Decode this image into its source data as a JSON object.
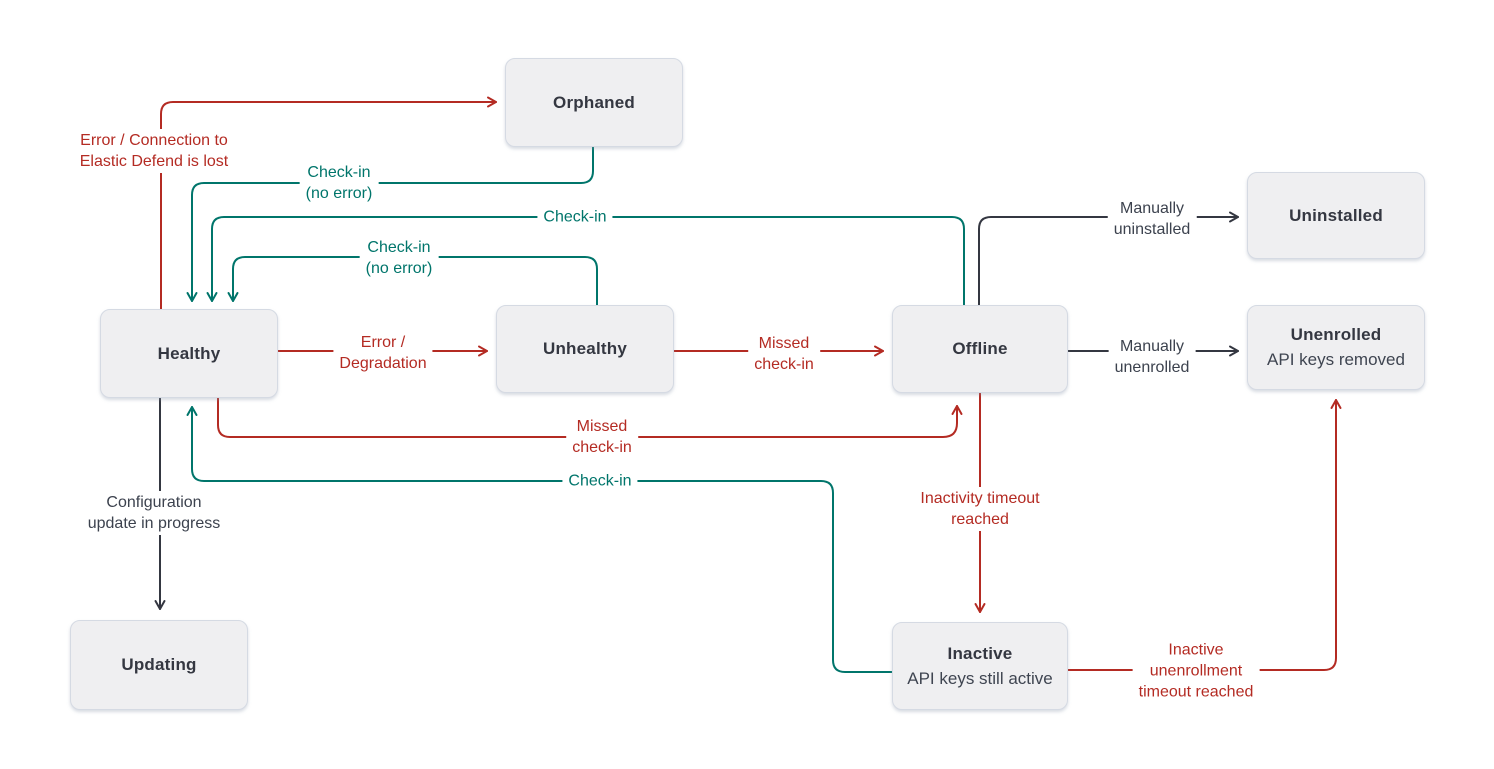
{
  "colors": {
    "red": "#b42b23",
    "teal": "#00756b",
    "dark": "#343741",
    "node_fill": "#efeff1",
    "node_border": "#d5dae3",
    "node_text": "#343741"
  },
  "nodes": {
    "orphaned": {
      "label": "Orphaned"
    },
    "uninstalled": {
      "label": "Uninstalled"
    },
    "healthy": {
      "label": "Healthy"
    },
    "unhealthy": {
      "label": "Unhealthy"
    },
    "offline": {
      "label": "Offline"
    },
    "unenrolled": {
      "label": "Unenrolled",
      "sublabel": "API keys removed"
    },
    "updating": {
      "label": "Updating"
    },
    "inactive": {
      "label": "Inactive",
      "sublabel": "API keys still active"
    }
  },
  "edges": {
    "healthy_to_orphaned": {
      "label": "Error / Connection to\nElastic Defend is lost",
      "color": "red"
    },
    "orphaned_to_healthy": {
      "label": "Check-in\n(no error)",
      "color": "teal"
    },
    "offline_to_healthy": {
      "label": "Check-in",
      "color": "teal"
    },
    "unhealthy_to_healthy": {
      "label": "Check-in\n(no error)",
      "color": "teal"
    },
    "healthy_to_unhealthy": {
      "label": "Error /\nDegradation",
      "color": "red"
    },
    "unhealthy_to_offline": {
      "label": "Missed\ncheck-in",
      "color": "red"
    },
    "healthy_to_offline": {
      "label": "Missed\ncheck-in",
      "color": "red"
    },
    "inactive_to_healthy": {
      "label": "Check-in",
      "color": "teal"
    },
    "offline_to_inactive": {
      "label": "Inactivity timeout\nreached",
      "color": "red"
    },
    "inactive_to_unenrolled": {
      "label": "Inactive\nunenrollment\ntimeout reached",
      "color": "red"
    },
    "offline_to_uninstalled": {
      "label": "Manually\nuninstalled",
      "color": "dark"
    },
    "offline_to_unenrolled": {
      "label": "Manually\nunenrolled",
      "color": "dark"
    },
    "healthy_to_updating": {
      "label": "Configuration\nupdate in progress",
      "color": "dark"
    }
  }
}
